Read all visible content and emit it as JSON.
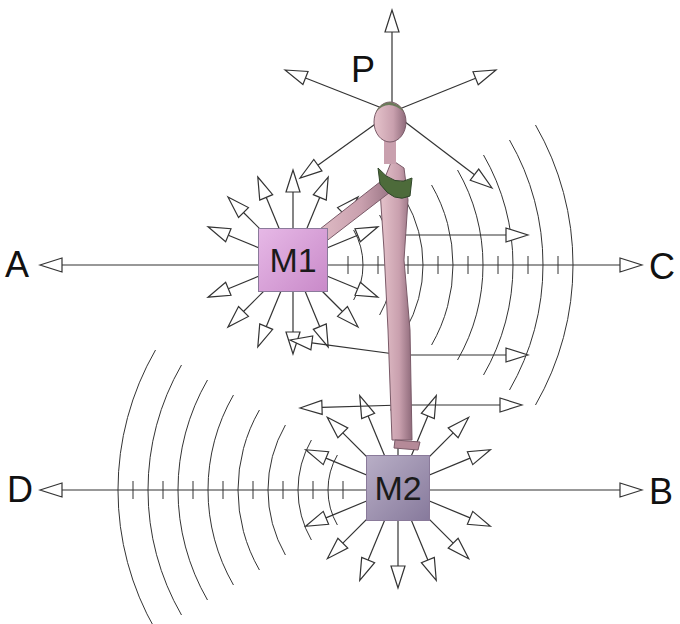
{
  "diagram": {
    "nodes": [
      {
        "text": [
          "M1"
        ]
      },
      {
        "text": [
          "M2"
        ]
      }
    ],
    "labels": [
      "P",
      "A",
      "C",
      "D",
      "B"
    ]
  }
}
